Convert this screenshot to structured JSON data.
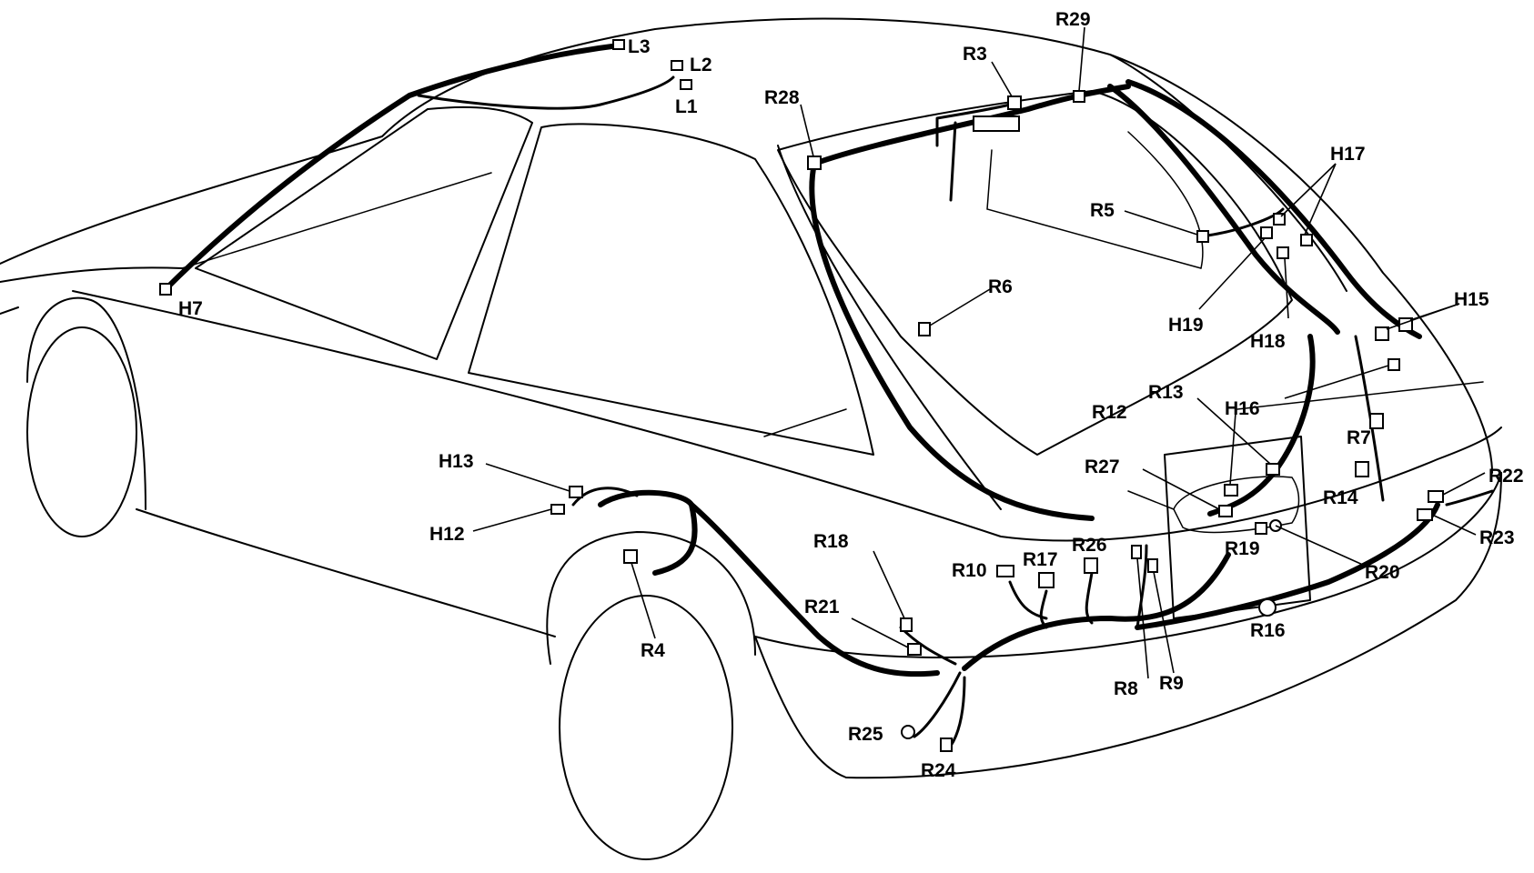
{
  "labels": {
    "L1": "L1",
    "L2": "L2",
    "L3": "L3",
    "R3": "R3",
    "R29": "R29",
    "R28": "R28",
    "R5": "R5",
    "R6": "R6",
    "H17": "H17",
    "H19": "H19",
    "H18": "H18",
    "H15": "H15",
    "H16": "H16",
    "H7": "H7",
    "H13": "H13",
    "H12": "H12",
    "R4": "R4",
    "R18": "R18",
    "R21": "R21",
    "R25": "R25",
    "R24": "R24",
    "R10": "R10",
    "R17": "R17",
    "R26": "R26",
    "R8": "R8",
    "R9": "R9",
    "R12": "R12",
    "R13": "R13",
    "R27": "R27",
    "R19": "R19",
    "R20": "R20",
    "R16": "R16",
    "R7": "R7",
    "R14": "R14",
    "R22": "R22",
    "R23": "R23"
  }
}
